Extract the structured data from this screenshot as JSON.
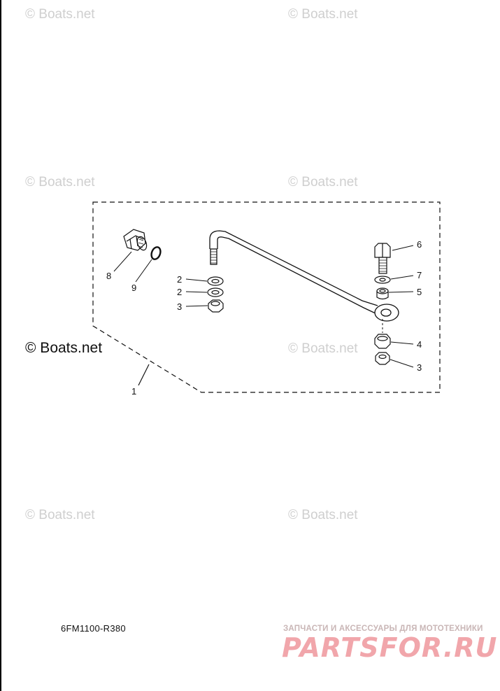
{
  "watermarks": {
    "w1": "© Boats.net",
    "w2": "© Boats.net",
    "w3": "© Boats.net",
    "w4": "© Boats.net",
    "w5": "© Boats.net",
    "w6": "© Boats.net",
    "w7": "© Boats.net",
    "main": "© Boats.net"
  },
  "callouts": {
    "c1": "1",
    "c2a": "2",
    "c2b": "2",
    "c3a": "3",
    "c3b": "3",
    "c4": "4",
    "c5": "5",
    "c6": "6",
    "c7": "7",
    "c8": "8",
    "c9": "9"
  },
  "diagram_code": "6FM1100-R380",
  "brand": {
    "tagline": "ЗАПЧАСТИ И АКСЕССУАРЫ ДЛЯ МОТОТЕХНИКИ",
    "logo": "PARTSFOR.RU"
  },
  "colors": {
    "line": "#111111",
    "watermark": "#cfcfcf",
    "brand_logo": "#f1a6ab"
  }
}
